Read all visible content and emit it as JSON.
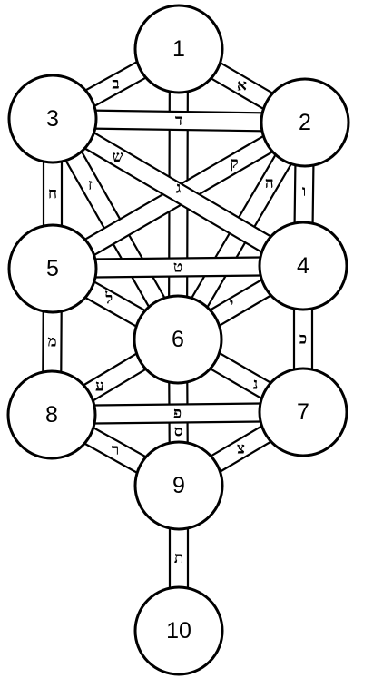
{
  "diagram": {
    "colors": {
      "stroke": "#000000",
      "fill": "#ffffff"
    },
    "nodes": [
      {
        "id": "1",
        "label": "1"
      },
      {
        "id": "2",
        "label": "2"
      },
      {
        "id": "3",
        "label": "3"
      },
      {
        "id": "4",
        "label": "4"
      },
      {
        "id": "5",
        "label": "5"
      },
      {
        "id": "6",
        "label": "6"
      },
      {
        "id": "7",
        "label": "7"
      },
      {
        "id": "8",
        "label": "8"
      },
      {
        "id": "9",
        "label": "9"
      },
      {
        "id": "10",
        "label": "10"
      }
    ],
    "paths": [
      {
        "from": "1",
        "to": "2",
        "letter": "א"
      },
      {
        "from": "1",
        "to": "3",
        "letter": "ב"
      },
      {
        "from": "1",
        "to": "6",
        "letter": "ג"
      },
      {
        "from": "2",
        "to": "3",
        "letter": "ד"
      },
      {
        "from": "2",
        "to": "6",
        "letter": "ה"
      },
      {
        "from": "2",
        "to": "4",
        "letter": "ו"
      },
      {
        "from": "3",
        "to": "6",
        "letter": "ז"
      },
      {
        "from": "3",
        "to": "5",
        "letter": "ח"
      },
      {
        "from": "4",
        "to": "5",
        "letter": "ט"
      },
      {
        "from": "4",
        "to": "6",
        "letter": "י"
      },
      {
        "from": "4",
        "to": "7",
        "letter": "כ"
      },
      {
        "from": "5",
        "to": "6",
        "letter": "ל"
      },
      {
        "from": "5",
        "to": "8",
        "letter": "מ"
      },
      {
        "from": "6",
        "to": "7",
        "letter": "נ"
      },
      {
        "from": "6",
        "to": "9",
        "letter": "ס"
      },
      {
        "from": "6",
        "to": "8",
        "letter": "ע"
      },
      {
        "from": "7",
        "to": "8",
        "letter": "פ"
      },
      {
        "from": "7",
        "to": "9",
        "letter": "צ"
      },
      {
        "from": "2",
        "to": "5",
        "letter": "ק"
      },
      {
        "from": "8",
        "to": "9",
        "letter": "ר"
      },
      {
        "from": "3",
        "to": "4",
        "letter": "ש"
      },
      {
        "from": "9",
        "to": "10",
        "letter": "ת"
      }
    ]
  }
}
